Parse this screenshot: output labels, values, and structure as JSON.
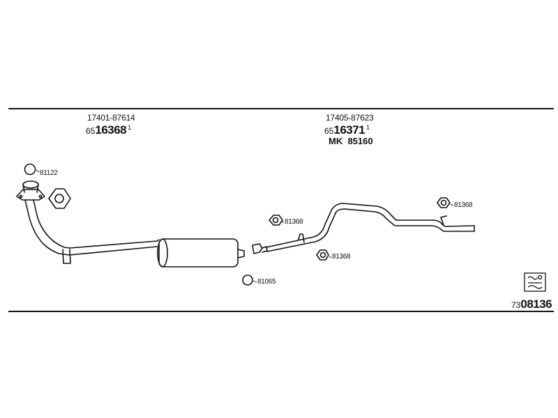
{
  "section1": {
    "part_number": "17401-87614",
    "code_prefix": "65",
    "code_main": "16368",
    "code_sup": "1"
  },
  "section2": {
    "part_number": "17405-87623",
    "code_prefix": "65",
    "code_main": "16371",
    "code_sup": "1",
    "mk_label": "MK",
    "mk_number": "85160"
  },
  "callouts": {
    "ring_front": "81122",
    "hanger_mid_upper": "81368",
    "hanger_mid_lower": "81368",
    "hanger_rear": "81368",
    "ring_muffler": "81065"
  },
  "reference": {
    "prefix": "73",
    "main": "08136"
  },
  "icons": {
    "diagram_symbol": "catalog-symbol-icon"
  }
}
